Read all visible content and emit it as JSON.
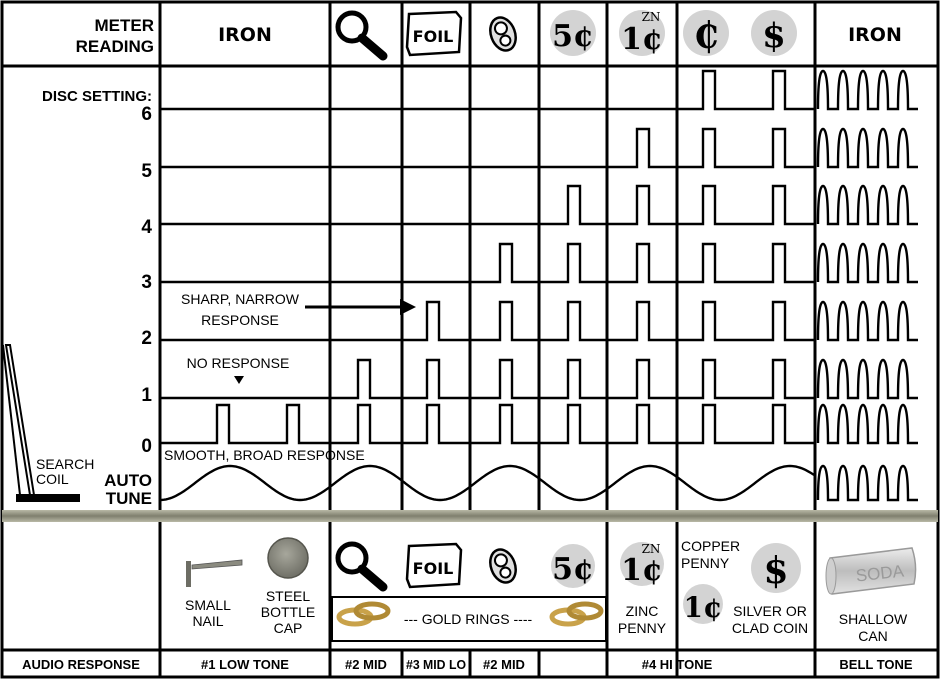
{
  "header": {
    "meter_reading_line1": "METER",
    "meter_reading_line2": "READING",
    "col_iron_left": "IRON",
    "col_foil": "FOIL",
    "col_5c": "5¢",
    "col_1c": "1¢",
    "col_1c_zn": "ZN",
    "col_cent": "₵",
    "col_dollar": "$",
    "col_iron_right": "IRON"
  },
  "disc_setting": {
    "label": "DISC SETTING:",
    "levels": [
      "6",
      "5",
      "4",
      "3",
      "2",
      "1",
      "0"
    ],
    "auto_line1": "AUTO",
    "auto_line2": "TUNE"
  },
  "search_coil": {
    "line1": "SEARCH",
    "line2": "COIL"
  },
  "annotations": {
    "sharp_line1": "SHARP, NARROW",
    "sharp_line2": "RESPONSE",
    "no_response": "NO RESPONSE",
    "smooth": "SMOOTH, BROAD RESPONSE"
  },
  "targets": {
    "small_nail_line1": "SMALL",
    "small_nail_line2": "NAIL",
    "steel_cap_line1": "STEEL",
    "steel_cap_line2": "BOTTLE",
    "steel_cap_line3": "CAP",
    "foil": "FOIL",
    "five_cent": "5¢",
    "gold_rings": "--- GOLD RINGS ----",
    "zinc_penny_line1": "ZINC",
    "zinc_penny_line2": "PENNY",
    "zn": "ZN",
    "one_cent": "1¢",
    "copper_line1": "COPPER",
    "copper_line2": "PENNY",
    "dollar": "$",
    "silver_line1": "SILVER OR",
    "silver_line2": "CLAD COIN",
    "soda": "SODA",
    "shallow_line1": "SHALLOW",
    "shallow_line2": "CAN"
  },
  "footer": {
    "audio_response": "AUDIO RESPONSE",
    "low_tone": "#1 LOW TONE",
    "mid_a": "#2 MID",
    "mid_lo": "#3 MID LO",
    "mid_b": "#2 MID",
    "hi_tone": "#4 HI TONE",
    "bell_tone": "BELL TONE"
  },
  "colors": {
    "line": "#000000",
    "ground_band": "#9a9a86",
    "coin_grey": "#d3d3d3",
    "cap_grey": "#8a8a82",
    "gold": "#c9a24a"
  }
}
